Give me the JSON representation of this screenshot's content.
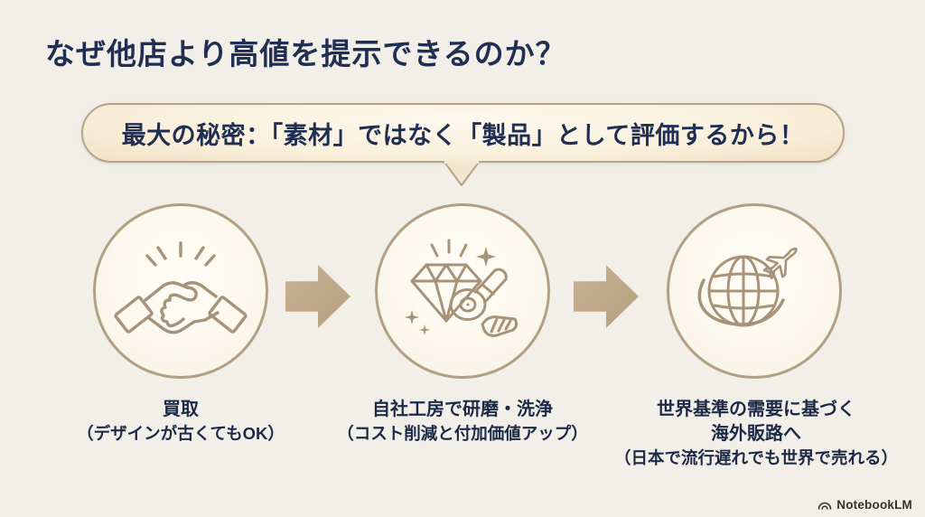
{
  "page": {
    "title": "なぜ他店より高値を提示できるのか？",
    "banner": "最大の秘密：「素材」ではなく「製品」として評価するから！"
  },
  "steps": [
    {
      "icon": "handshake-icon",
      "title": "買取",
      "subtitle": "（デザインが古くてもOK）"
    },
    {
      "icon": "diamond-polishing-icon",
      "title": "自社工房で研磨・洗浄",
      "subtitle": "（コスト削減と付加価値アップ）"
    },
    {
      "icon": "globe-airplane-icon",
      "title": "世界基準の需要に基づく",
      "title2": "海外販路へ",
      "subtitle": "（日本で流行遅れでも世界で売れる）"
    }
  ],
  "footer": {
    "brand": "NotebookLM",
    "logo_icon": "notebooklm-arcs-icon"
  },
  "colors": {
    "background": "#f1efe8",
    "heading_text": "#1f2e52",
    "banner_border": "#b7a487",
    "banner_fill": "#f9efdb",
    "circle_ring": "#b1a084",
    "icon_stroke": "#a6937a",
    "arrow_fill": "#bca885",
    "label_text": "#1c2947",
    "brand_text": "#33322f"
  }
}
